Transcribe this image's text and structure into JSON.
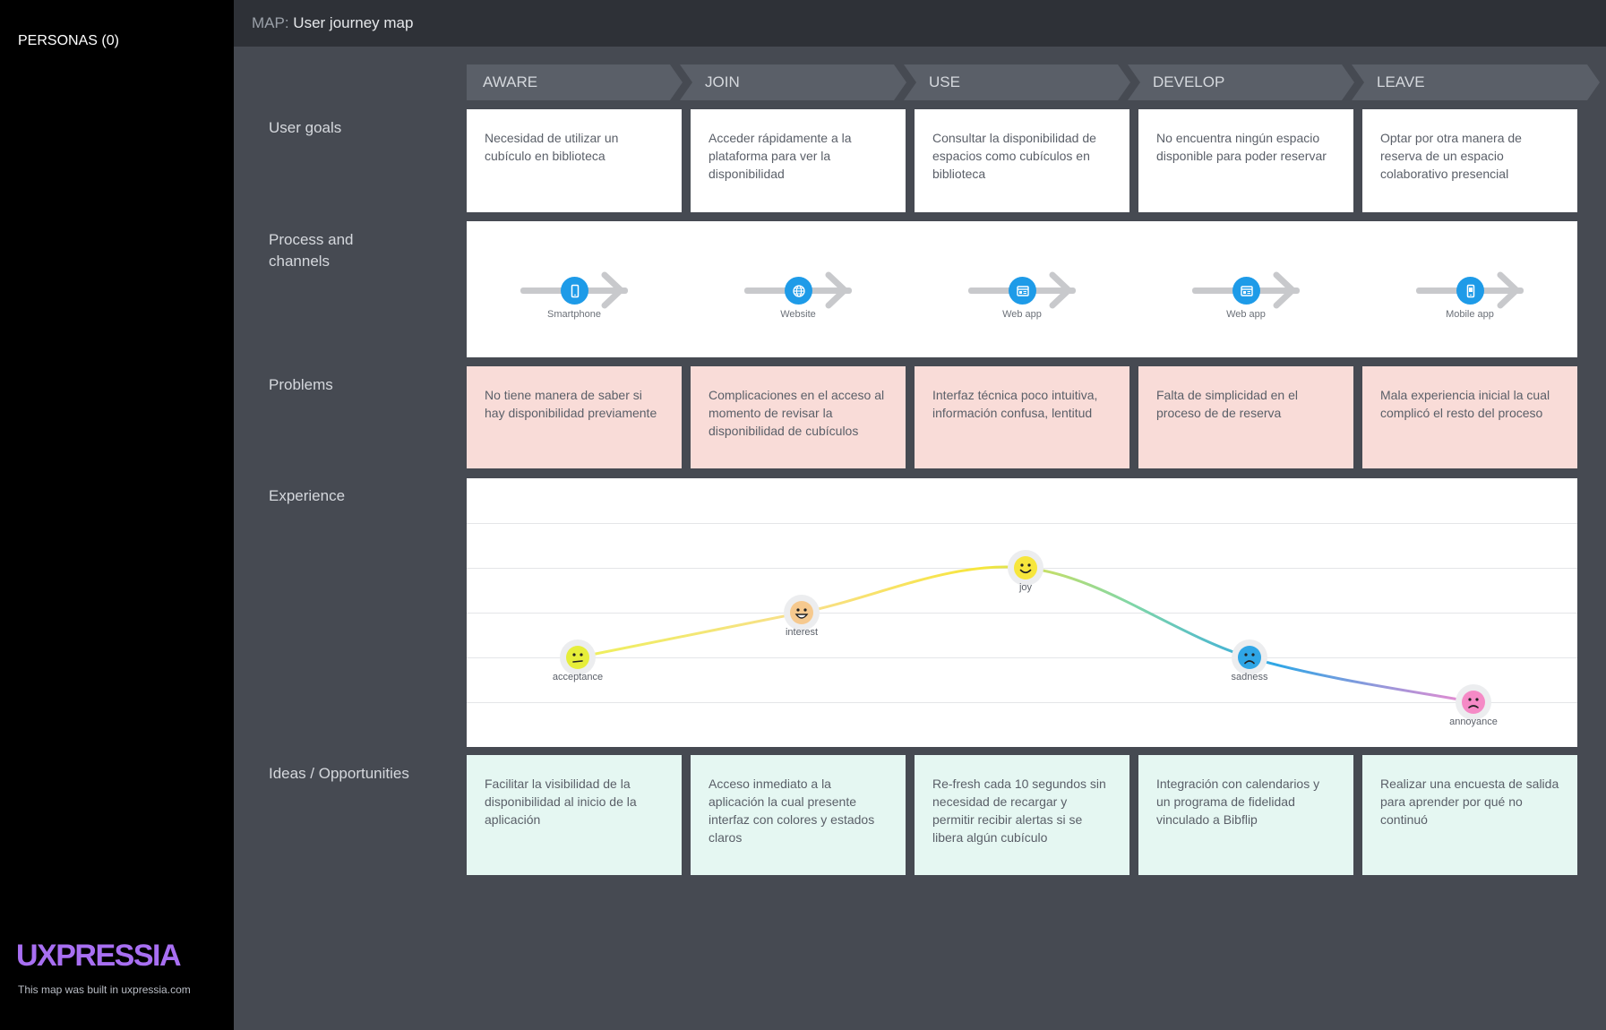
{
  "sidebar": {
    "personas_label": "PERSONAS (0)",
    "brand": "UXPRESSIA",
    "brand_note": "This map was built in uxpressia.com"
  },
  "header": {
    "map_label": "MAP:",
    "map_name": "User journey map"
  },
  "phases": [
    "AWARE",
    "JOIN",
    "USE",
    "DEVELOP",
    "LEAVE"
  ],
  "rows": {
    "goals_label": "User goals",
    "process_label": "Process and channels",
    "problems_label": "Problems",
    "experience_label": "Experience",
    "ideas_label": "Ideas / Opportunities"
  },
  "goals": [
    "Necesidad de utilizar un cubículo en biblioteca",
    "Acceder rápidamente a la plataforma para ver la disponibilidad",
    "Consultar la disponibilidad de espacios como cubículos en biblioteca",
    "No encuentra ningún espacio disponible para poder reservar",
    "Optar por otra manera de reserva de un espacio colaborativo presencial"
  ],
  "channels": [
    {
      "label": "Smartphone",
      "icon": "smartphone-icon"
    },
    {
      "label": "Website",
      "icon": "globe-icon"
    },
    {
      "label": "Web app",
      "icon": "web-app-icon"
    },
    {
      "label": "Web app",
      "icon": "web-app-icon"
    },
    {
      "label": "Mobile app",
      "icon": "mobile-app-icon"
    }
  ],
  "problems": [
    "No tiene manera de saber si hay disponibilidad previamente",
    "Complicaciones en el acceso al momento de revisar la disponibilidad de cubículos",
    "Interfaz técnica poco intuitiva, información confusa, lentitud",
    "Falta de simplicidad en el proceso de de reserva",
    "Mala experiencia inicial la cual complicó el resto del proceso"
  ],
  "experience": {
    "levels": 7,
    "points": [
      {
        "emotion": "acceptance",
        "level": 2,
        "color": "#e6ee3a"
      },
      {
        "emotion": "interest",
        "level": 3,
        "color": "#f6c98e"
      },
      {
        "emotion": "joy",
        "level": 4,
        "color": "#f7e63c"
      },
      {
        "emotion": "sadness",
        "level": 2,
        "color": "#2fa6e6"
      },
      {
        "emotion": "annoyance",
        "level": 1,
        "color": "#f58ac6"
      }
    ]
  },
  "ideas": [
    "Facilitar la visibilidad de la disponibilidad al inicio de la aplicación",
    "Acceso inmediato a la aplicación la cual presente interfaz con colores y estados claros",
    "Re-fresh cada 10 segundos sin necesidad de recargar y permitir recibir alertas si se libera algún cubículo",
    "Integración con calendarios y un programa de fidelidad vinculado a Bibflip",
    "Realizar una encuesta de salida para aprender por qué no continuó"
  ]
}
